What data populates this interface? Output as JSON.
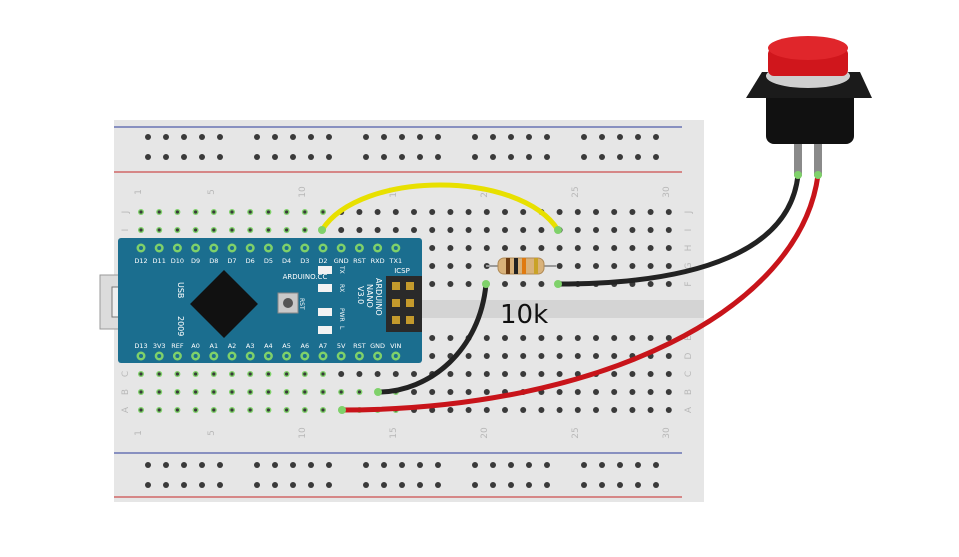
{
  "colors": {
    "breadboard": "#e6e6e6",
    "rail_blue": "#2b3b9b",
    "rail_red": "#c62828",
    "hole": "#3a3a3a",
    "hole_active": "#7fd16a",
    "nano_board": "#1b6e8f",
    "wire_yellow": "#e8e000",
    "wire_black": "#222222",
    "wire_red": "#c8141a",
    "button_cap": "#d0161c"
  },
  "breadboard": {
    "column_labels": [
      "1",
      "5",
      "10",
      "15",
      "20",
      "25",
      "30"
    ],
    "row_labels_top": [
      "J",
      "I",
      "H",
      "G",
      "F"
    ],
    "row_labels_bottom": [
      "E",
      "D",
      "C",
      "B",
      "A"
    ]
  },
  "nano": {
    "top_pins": [
      "D12",
      "D11",
      "D10",
      "D9",
      "D8",
      "D7",
      "D6",
      "D5",
      "D4",
      "D3",
      "D2",
      "GND",
      "RST",
      "RXD",
      "TX1"
    ],
    "bottom_pins": [
      "D13",
      "3V3",
      "REF",
      "A0",
      "A1",
      "A2",
      "A3",
      "A4",
      "A5",
      "A6",
      "A7",
      "5V",
      "RST",
      "GND",
      "VIN"
    ],
    "brand": "ARDUINO.CC",
    "model_lines": [
      "ARDUINO",
      "NANO",
      "V3.0"
    ],
    "usb_label": "USB",
    "year": "2009",
    "icsp": "ICSP",
    "rst_button": "RST",
    "led_labels": [
      "TX",
      "RX",
      "PWR",
      "L"
    ]
  },
  "resistor": {
    "label": "10k"
  },
  "pushbutton": {
    "name": "pushbutton"
  }
}
